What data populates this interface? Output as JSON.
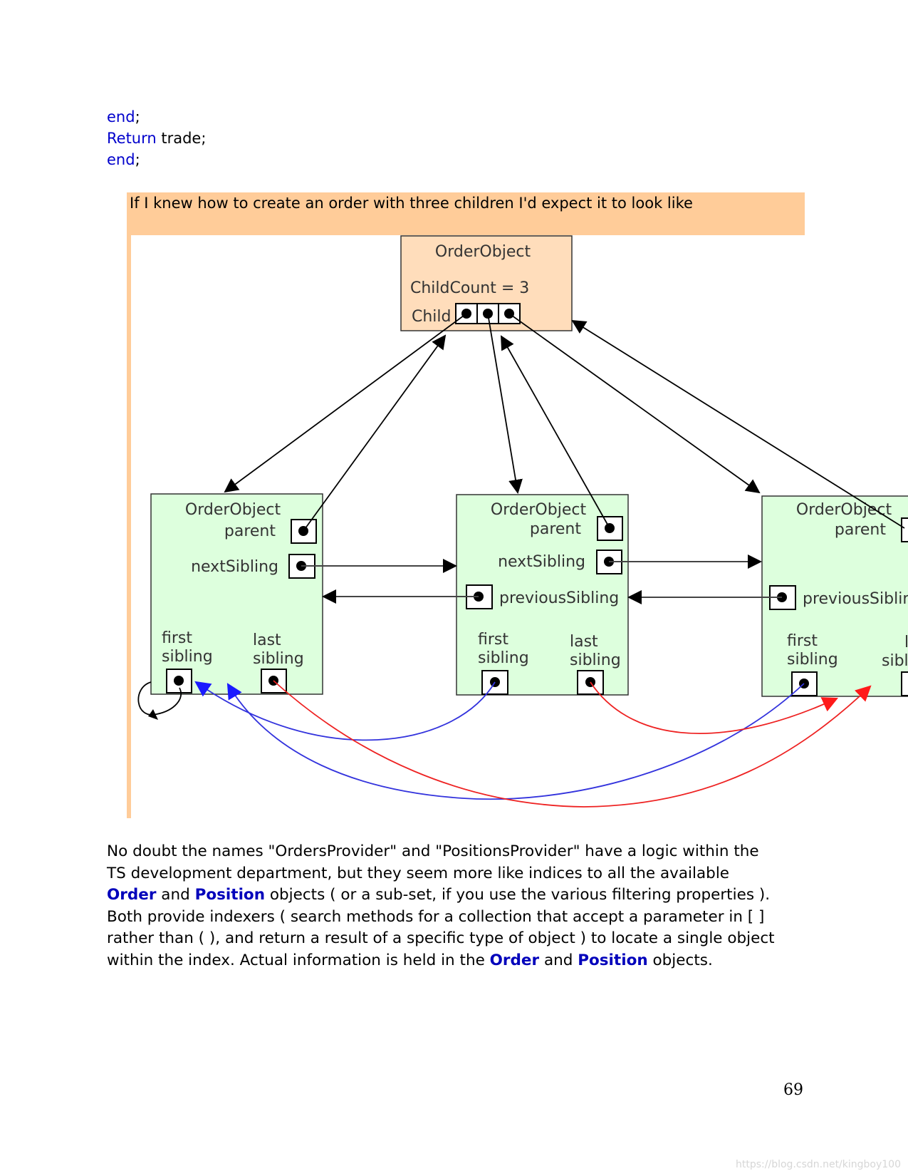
{
  "code": {
    "line1_kw": "end",
    "line1_rest": ";",
    "line2_kw": "Return",
    "line2_rest": " trade;",
    "line3_kw": "end",
    "line3_rest": ";"
  },
  "note": "If I knew how to create an order with three children I'd expect it to look like",
  "diagram": {
    "parent_title": "OrderObject",
    "child_count_text": "ChildCount = 3",
    "child_label": "Child",
    "child_title": "OrderObject",
    "parent_label": "parent",
    "next_sibling_label": "nextSibling",
    "previous_sibling_label": "previousSibling",
    "first_label": "first",
    "last_label": "last",
    "sibling_label": "sibling"
  },
  "paragraph": {
    "t1": "No doubt the names \"OrdersProvider\" and \"PositionsProvider\" have a logic within the TS development department, but they seem more like indices to all the available ",
    "order1": "Order",
    "t2": " and ",
    "position1": "Position",
    "t3": " objects ( or a sub-set, if you use the various filtering properties ). Both provide indexers ( search methods for a collection that accept a parameter in [ ] rather than ( ), and return a result of a specific type of object ) to locate a single object within the index. Actual information is held in the ",
    "order2": "Order",
    "t4": " and ",
    "position2": "Position",
    "t5": " objects."
  },
  "page_number": "69",
  "watermark": "https://blog.csdn.net/kingboy100",
  "colors": {
    "parent_box": "#ffddbb",
    "child_box": "#ddffdd",
    "note_bar": "#ffcc99",
    "link_keyword": "#0000bb",
    "first_sibling_arrows": "#3333dd",
    "last_sibling_arrows": "#ee2222"
  }
}
